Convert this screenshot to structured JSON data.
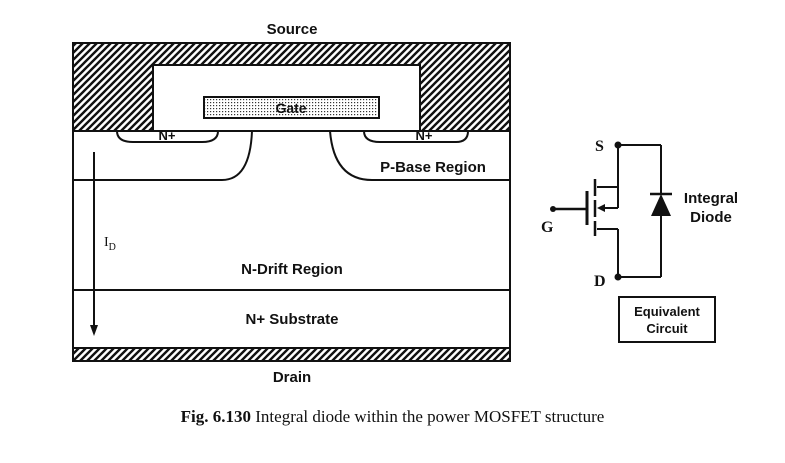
{
  "mosfet_structure": {
    "source_label": "Source",
    "gate_label": "Gate",
    "n_plus_left": "N+",
    "n_plus_right": "N+",
    "p_base_label": "P-Base Region",
    "current_label": "I",
    "current_subscript": "D",
    "n_drift_label": "N-Drift Region",
    "substrate_label": "N+ Substrate",
    "drain_label": "Drain"
  },
  "equivalent_circuit": {
    "source_terminal": "S",
    "gate_terminal": "G",
    "drain_terminal": "D",
    "diode_label_line1": "Integral",
    "diode_label_line2": "Diode",
    "box_label_line1": "Equivalent",
    "box_label_line2": "Circuit"
  },
  "caption": {
    "figure_number": "Fig. 6.130",
    "text": " Integral diode within the power MOSFET structure"
  }
}
